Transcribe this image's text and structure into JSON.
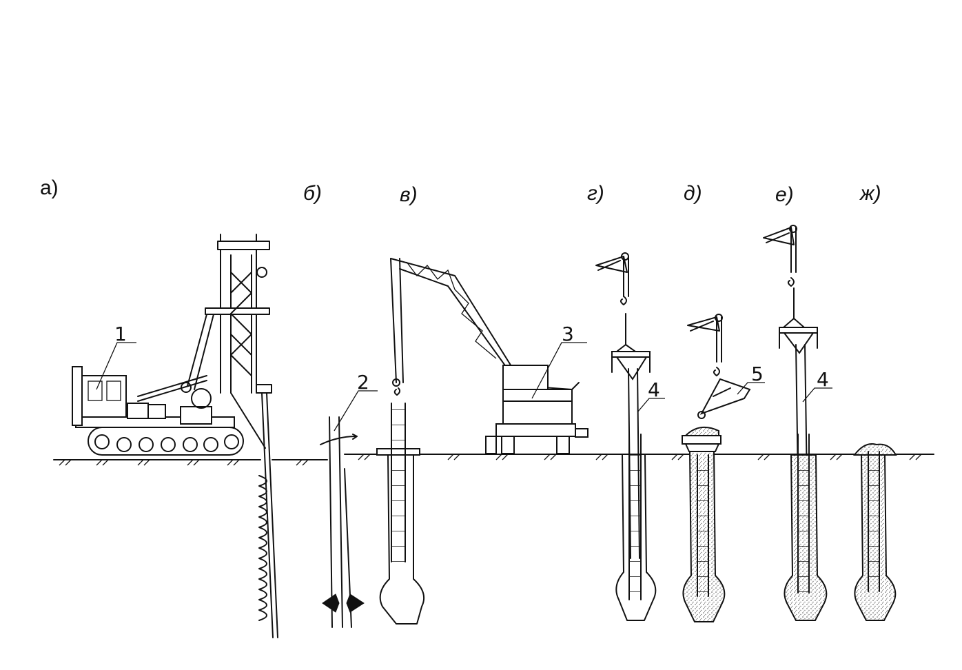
{
  "stages": {
    "a": "а)",
    "b": "б)",
    "v": "в)",
    "g": "г)",
    "d": "д)",
    "e": "е)",
    "zh": "ж)"
  },
  "callouts": {
    "c1": "1",
    "c2": "2",
    "c3": "3",
    "c4a": "4",
    "c5": "5",
    "c4b": "4"
  },
  "colors": {
    "ink": "#111111",
    "background": "#ffffff",
    "concrete_fill": "#bdbdbd"
  }
}
